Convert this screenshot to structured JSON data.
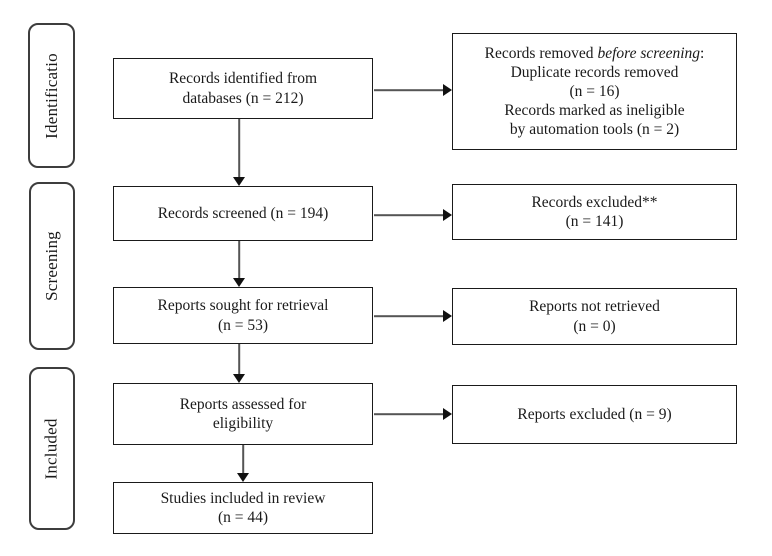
{
  "stage_labels": {
    "identification": "Identificatio",
    "screening": "Screening",
    "included": "Included"
  },
  "main_boxes": {
    "identified": {
      "lines": [
        "Records identified from",
        "databases (n = 212)"
      ]
    },
    "screened": {
      "lines": [
        "Records screened (n = 194)"
      ]
    },
    "sought": {
      "lines": [
        "Reports sought for retrieval",
        "(n = 53)"
      ]
    },
    "assessed": {
      "lines": [
        "Reports assessed for",
        "eligibility"
      ]
    },
    "included": {
      "lines": [
        "Studies included in review",
        "(n = 44)"
      ]
    }
  },
  "side_boxes": {
    "removed": {
      "line1": {
        "normal": "Records removed ",
        "italic": "before screening",
        "end": ":"
      },
      "lines_rest": [
        "Duplicate records removed",
        "(n = 16)",
        "Records marked as ineligible",
        "by automation tools (n = 2)"
      ]
    },
    "records_excluded": {
      "lines": [
        "Records excluded**",
        "(n = 141)"
      ]
    },
    "not_retrieved": {
      "lines": [
        "Reports not retrieved",
        "(n = 0)"
      ]
    },
    "reports_excluded": {
      "lines": [
        "Reports excluded (n = 9)"
      ]
    }
  },
  "colors": {
    "background": "#ffffff",
    "box_border": "#1a1a1a",
    "stage_border": "#3d3d3d",
    "arrow_shaft": "#555555",
    "arrow_head": "#111111",
    "text": "#1a1a1a"
  }
}
